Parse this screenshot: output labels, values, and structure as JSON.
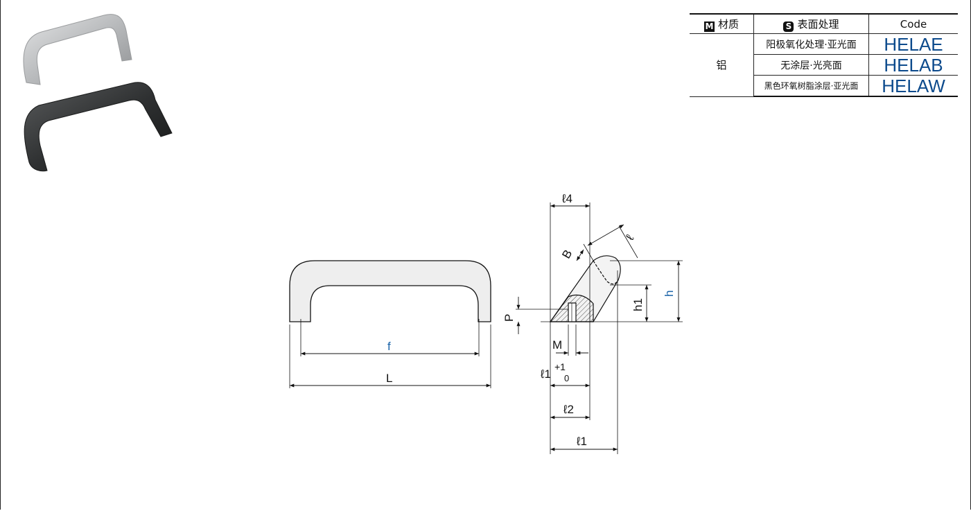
{
  "table": {
    "headers": {
      "material_badge": "M",
      "material": "材质",
      "surface_badge": "S",
      "surface": "表面处理",
      "code": "Code"
    },
    "material": "铝",
    "rows": [
      {
        "surface": "阳极氧化处理·亚光面",
        "code": "HELAE"
      },
      {
        "surface": "无涂层·光亮面",
        "code": "HELAB"
      },
      {
        "surface": "黑色环氧树脂涂层·亚光面",
        "code": "HELAW"
      }
    ]
  },
  "drawing": {
    "front_labels": {
      "f": "f",
      "L": "L"
    },
    "side_labels": {
      "l4": "ℓ4",
      "l": "ℓ",
      "B": "B",
      "h": "h",
      "h1": "h1",
      "P": "P",
      "M": "M",
      "l1_tol": "ℓ1",
      "tol_plus": "+1",
      "tol_zero": "0",
      "l2": "ℓ2",
      "l1": "ℓ1"
    },
    "colors": {
      "dimension_blue": "#1a63a8",
      "code_blue": "#0c4a8c"
    }
  },
  "photo": {
    "items": [
      {
        "name": "silver-handle",
        "color": "#c4c6c8"
      },
      {
        "name": "black-handle",
        "color": "#2f3132"
      }
    ]
  }
}
